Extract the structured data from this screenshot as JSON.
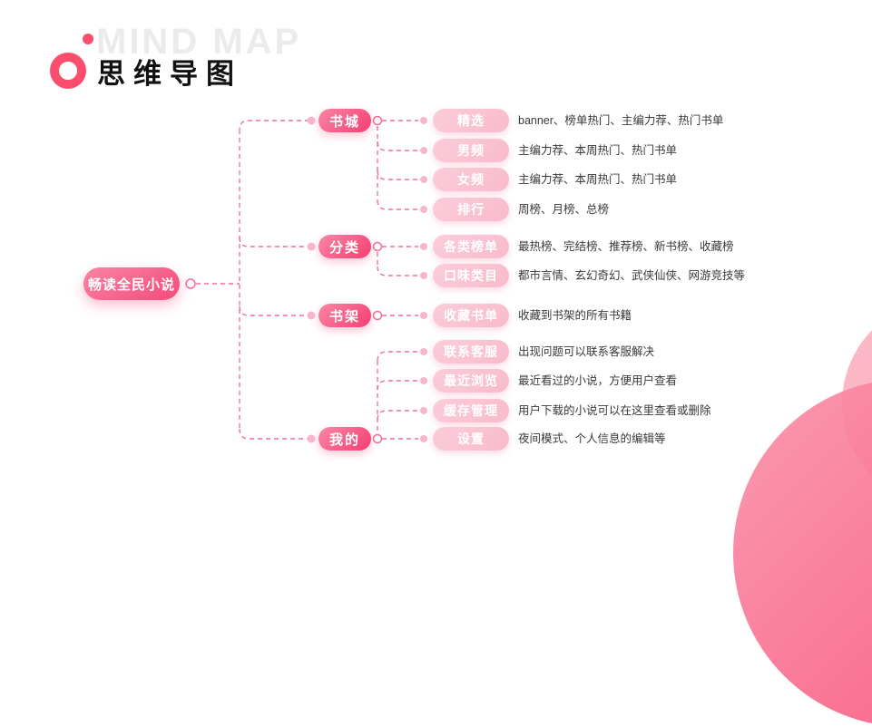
{
  "header": {
    "title_en": "MIND MAP",
    "title_zh": "思维导图"
  },
  "colors": {
    "accent": "#f54a7b",
    "node_dark_gradient": [
      "#fa86a5",
      "#f43e72"
    ],
    "node_light": "#f9c3d2",
    "connector_line": "#f26f98",
    "connector_dot": "#f8b6ca",
    "logo": "#fb4d6d",
    "desc_text": "#3a3a3a",
    "title_en_gray": "#ebebeb"
  },
  "mindmap": {
    "root": {
      "label": "畅读全民小说"
    },
    "branches": [
      {
        "label": "书城",
        "children": [
          {
            "label": "精选",
            "desc": "banner、榜单热门、主编力荐、热门书单"
          },
          {
            "label": "男频",
            "desc": "主编力荐、本周热门、热门书单"
          },
          {
            "label": "女频",
            "desc": "主编力荐、本周热门、热门书单"
          },
          {
            "label": "排行",
            "desc": "周榜、月榜、总榜"
          }
        ]
      },
      {
        "label": "分类",
        "children": [
          {
            "label": "各类榜单",
            "desc": "最热榜、完结榜、推荐榜、新书榜、收藏榜"
          },
          {
            "label": "口味类目",
            "desc": "都市言情、玄幻奇幻、武侠仙侠、网游竞技等"
          }
        ]
      },
      {
        "label": "书架",
        "children": [
          {
            "label": "收藏书单",
            "desc": "收藏到书架的所有书籍"
          }
        ]
      },
      {
        "label": "我的",
        "children": [
          {
            "label": "联系客服",
            "desc": "出现问题可以联系客服解决"
          },
          {
            "label": "最近浏览",
            "desc": "最近看过的小说，方便用户查看"
          },
          {
            "label": "缓存管理",
            "desc": "用户下载的小说可以在这里查看或删除"
          },
          {
            "label": "设置",
            "desc": "夜间模式、个人信息的编辑等"
          }
        ]
      }
    ]
  }
}
